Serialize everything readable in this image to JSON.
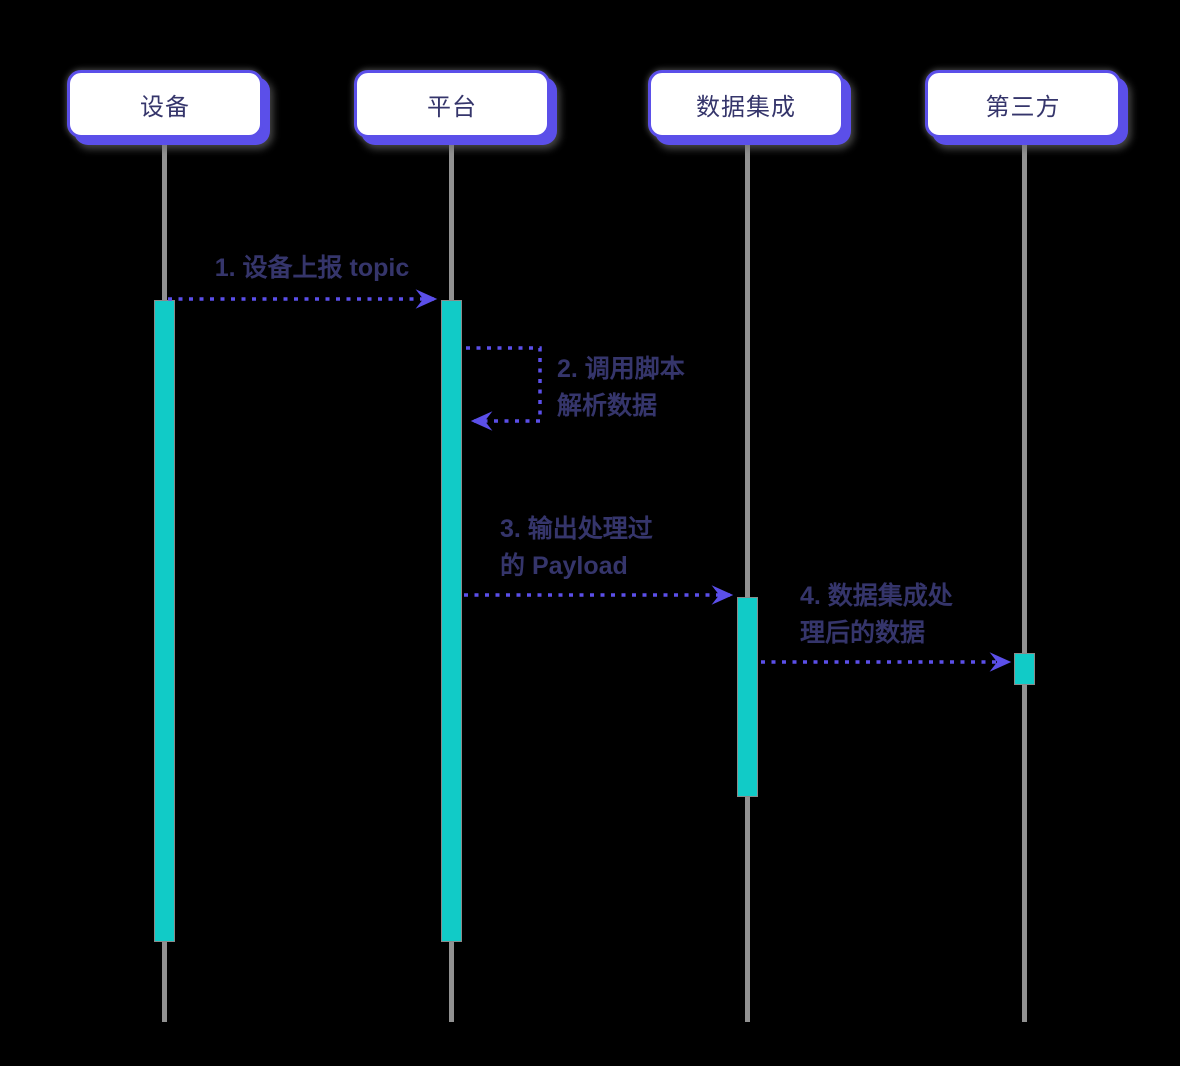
{
  "diagram": {
    "type": "sequence-diagram",
    "actors": [
      {
        "label": "设备"
      },
      {
        "label": "平台"
      },
      {
        "label": "数据集成"
      },
      {
        "label": "第三方"
      }
    ],
    "messages": [
      {
        "from": "设备",
        "to": "平台",
        "style": "dashed",
        "lines": [
          "1. 设备上报 topic"
        ]
      },
      {
        "from": "平台",
        "to": "平台",
        "style": "dashed-self-loop",
        "lines": [
          "2. 调用脚本",
          "解析数据"
        ]
      },
      {
        "from": "平台",
        "to": "数据集成",
        "style": "dashed",
        "lines": [
          "3. 输出处理过",
          "的 Payload"
        ]
      },
      {
        "from": "数据集成",
        "to": "第三方",
        "style": "dashed",
        "lines": [
          "4. 数据集成处",
          "理后的数据"
        ]
      }
    ]
  },
  "colors": {
    "accent-purple": "#5B4FE9",
    "activation-teal": "#11CBC7",
    "lifeline-gray": "#919191",
    "label-text": "#35356B",
    "actor-bg": "#FFFFFF",
    "background": "#000000"
  }
}
